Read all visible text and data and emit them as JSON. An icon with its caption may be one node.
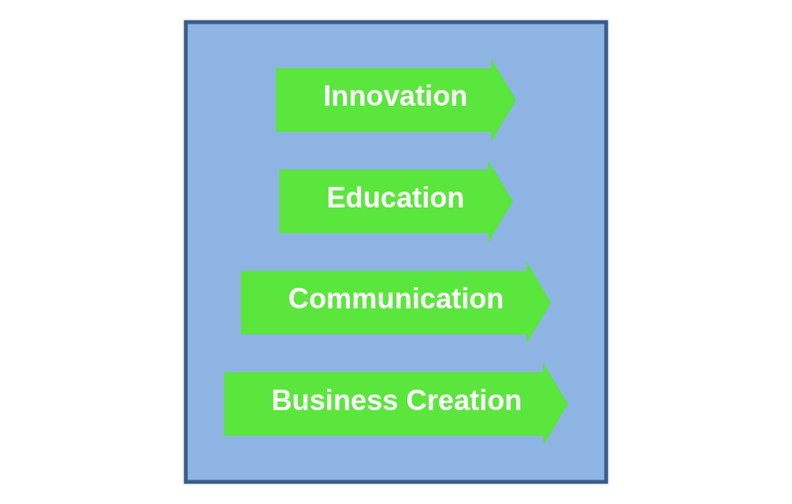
{
  "diagram": {
    "nodes": [
      {
        "text": [],
        "shape": "box"
      },
      {
        "text": [
          "Innovation"
        ],
        "in": 0
      },
      {
        "text": [
          "Education"
        ],
        "in": 0
      },
      {
        "text": [
          "Communication"
        ],
        "in": 0
      },
      {
        "text": [
          "Business Creation"
        ],
        "in": 0
      }
    ]
  }
}
